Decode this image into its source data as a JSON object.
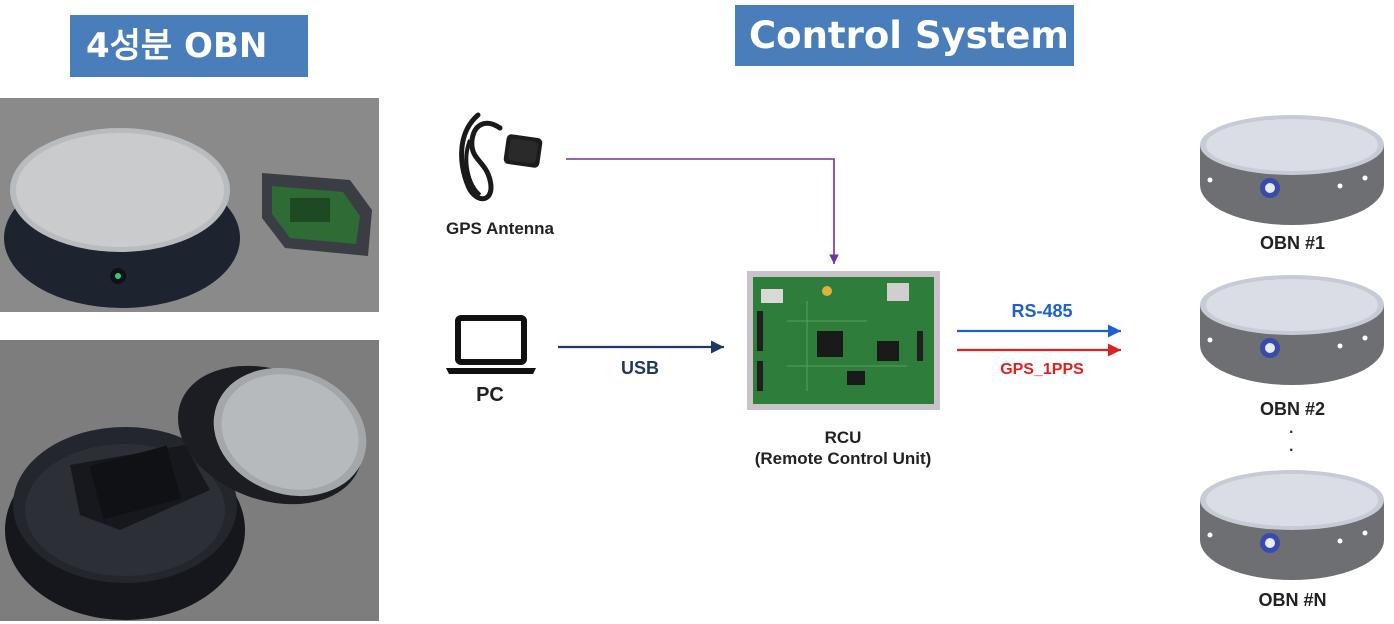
{
  "titles": {
    "left": "4성분 OBN",
    "right": "Control System"
  },
  "components": {
    "gps_antenna": "GPS Antenna",
    "pc": "PC",
    "rcu_line1": "RCU",
    "rcu_line2": "(Remote Control Unit)"
  },
  "connections": {
    "usb": "USB",
    "rs485": "RS-485",
    "gps_1pps": "GPS_1PPS"
  },
  "obn_units": [
    "OBN #1",
    "OBN #2",
    "OBN #N"
  ],
  "ellipsis": [
    ".",
    "."
  ],
  "colors": {
    "title_bg": "#4a7ebb",
    "gps_line": "#7030a0",
    "usb_line": "#1f3864",
    "rs485_line": "#1f5fd0",
    "gps1pps_line": "#e02020"
  }
}
